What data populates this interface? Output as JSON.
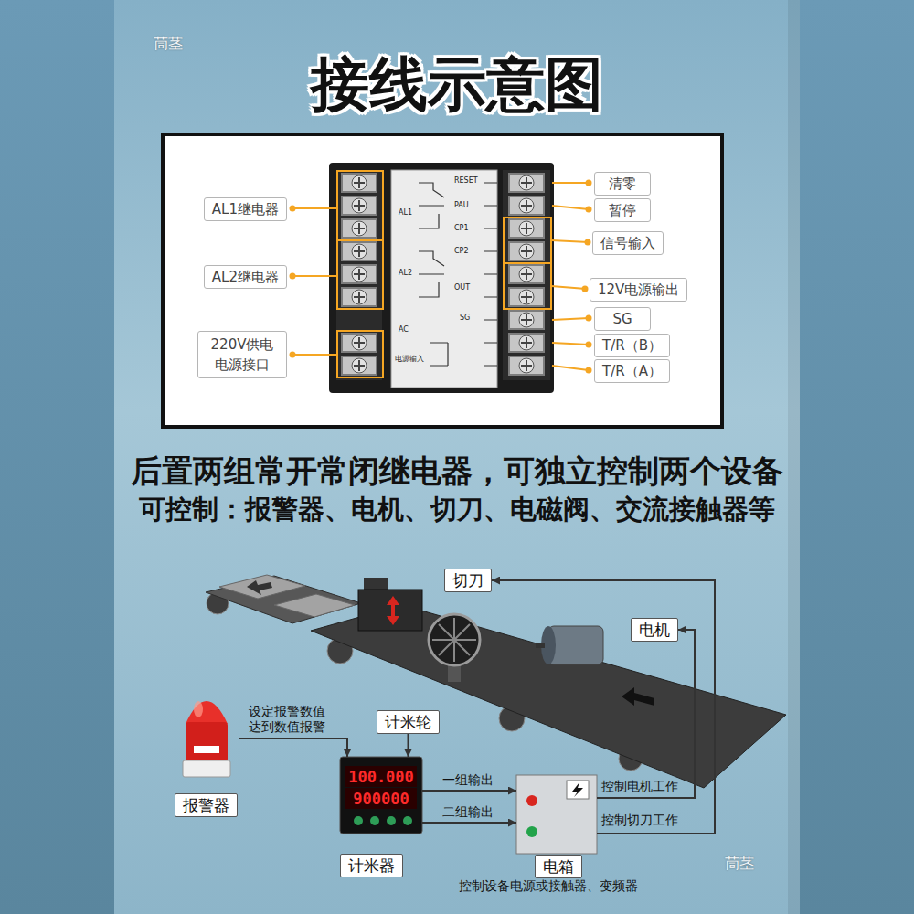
{
  "diagram": {
    "title": "接线示意图",
    "nodes": [
      {
        "text": [
          "AL1继电器"
        ]
      },
      {
        "text": [
          "AL2继电器"
        ]
      },
      {
        "text": [
          "220V供电 电源接口"
        ]
      },
      {
        "text": [
          "清零"
        ]
      },
      {
        "text": [
          "暂停"
        ]
      },
      {
        "text": [
          "信号输入"
        ]
      },
      {
        "text": [
          "12V电源输出"
        ]
      },
      {
        "text": [
          "SG"
        ]
      },
      {
        "text": [
          "T/R（B）"
        ]
      },
      {
        "text": [
          "T/R（A）"
        ]
      },
      {
        "text": [
          "切刀"
        ]
      },
      {
        "text": [
          "电机"
        ]
      },
      {
        "text": [
          "计米轮"
        ]
      },
      {
        "text": [
          "报警器"
        ]
      },
      {
        "text": [
          "100.000",
          "900000",
          "计米器"
        ]
      },
      {
        "text": [
          "电箱"
        ]
      }
    ],
    "edges": [
      {
        "from": 13,
        "to": 14,
        "arrow": "to",
        "label": "设定报警数值 达到数值报警"
      },
      {
        "from": 12,
        "to": 14,
        "arrow": "to"
      },
      {
        "from": 14,
        "to": 15,
        "arrow": "to",
        "label": "一组输出"
      },
      {
        "from": 14,
        "to": 15,
        "arrow": "to",
        "label": "二组输出"
      },
      {
        "from": 15,
        "to": 11,
        "arrow": "to",
        "label": "控制电机工作"
      },
      {
        "from": 15,
        "to": 10,
        "arrow": "to",
        "label": "控制切刀工作"
      }
    ],
    "labels": [
      "茼茎",
      "AL1",
      "RESET",
      "PAU",
      "CP1",
      "CP2",
      "AL2",
      "OUT",
      "SG",
      "AC",
      "电源输入",
      "后置两组常开常闭继电器，可独立控制两个设备",
      "可控制：报警器、电机、切刀、电磁阀、交流接触器等",
      "控制设备电源或接触器、变频器",
      "茼茎"
    ]
  }
}
